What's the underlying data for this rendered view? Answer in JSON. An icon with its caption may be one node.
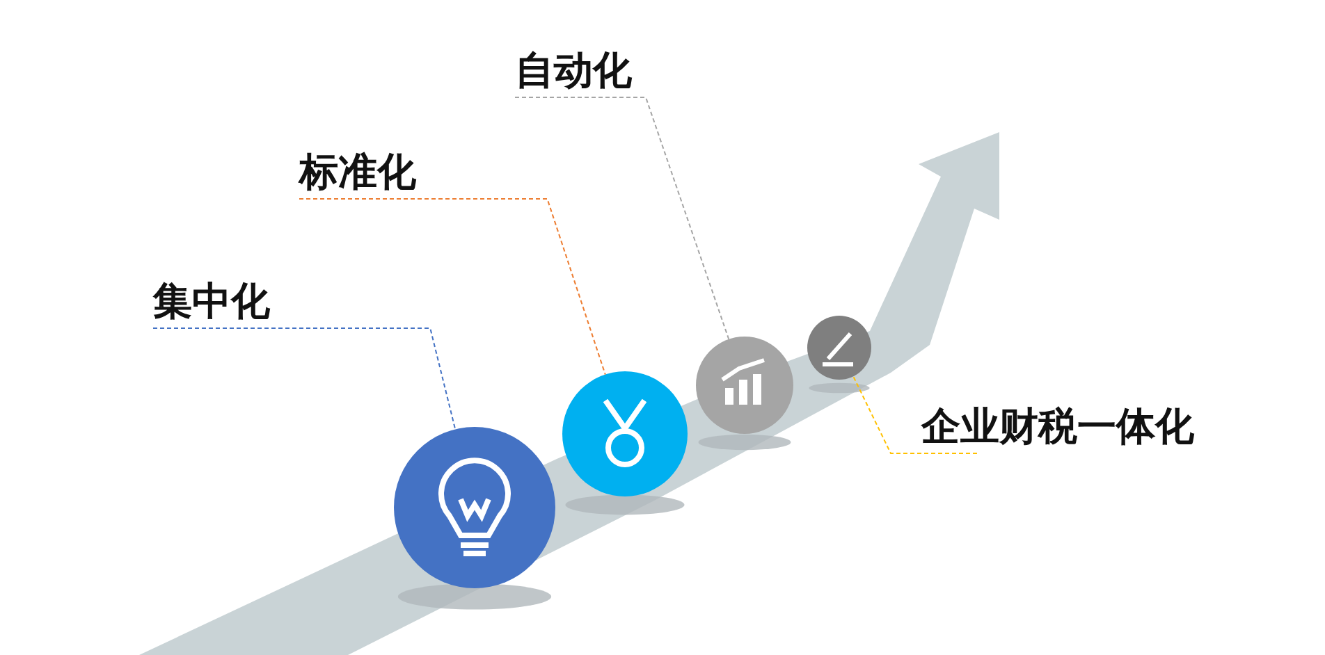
{
  "diagram": {
    "nodes": [
      {
        "text": [
          "自动化"
        ]
      },
      {
        "text": [
          "标准化"
        ]
      },
      {
        "text": [
          "集中化"
        ]
      },
      {
        "text": [],
        "shape": "circle"
      },
      {
        "text": [],
        "shape": "circle"
      },
      {
        "text": [],
        "shape": "circle"
      },
      {
        "text": [],
        "shape": "circle"
      },
      {
        "text": [
          "企业财税一体化"
        ]
      }
    ],
    "edges": [
      {
        "from": 2,
        "to": 3,
        "arrow": "none",
        "style": "dashed",
        "color": "#4472c4"
      },
      {
        "from": 1,
        "to": 4,
        "arrow": "none",
        "style": "dashed",
        "color": "#ed7d31"
      },
      {
        "from": 0,
        "to": 5,
        "arrow": "none",
        "style": "dashed",
        "color": "#a5a5a5"
      },
      {
        "from": 7,
        "to": 6,
        "arrow": "none",
        "style": "dashed",
        "color": "#ffc000"
      }
    ]
  }
}
